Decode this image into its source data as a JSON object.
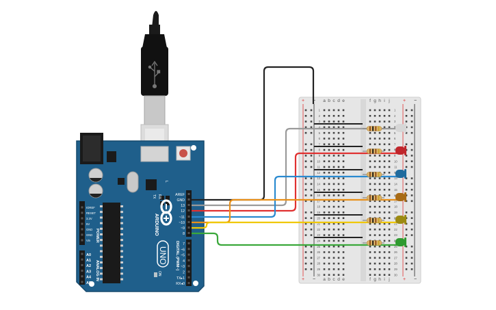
{
  "arduino": {
    "logo": "UNO",
    "brand": "ARDUINO",
    "power_label": "POWER",
    "analog_label": "ANALOG IN",
    "digital_label": "DIGITAL (PWM~)",
    "on_label": "ON",
    "tx_label": "TX",
    "rx_label": "RX",
    "l_label": "L",
    "top_header_labels": [
      "AREF",
      "GND",
      "13",
      "12",
      "~11",
      "~10",
      "~9",
      "8"
    ],
    "bottom_header_labels": [
      "7",
      "~6",
      "~5",
      "4",
      "~3",
      "2",
      "TX▸1",
      "RX◂0"
    ],
    "power_pin_labels": [
      "IOREF",
      "RESET",
      "3.3V",
      "5V",
      "GND",
      "GND",
      "Vin"
    ],
    "analog_pin_labels": [
      "A0",
      "A1",
      "A2",
      "A3",
      "A4",
      "A5"
    ]
  },
  "breadboard": {
    "column_labels_left": [
      "a",
      "b",
      "c",
      "d",
      "e"
    ],
    "column_labels_right": [
      "f",
      "g",
      "h",
      "i",
      "j"
    ],
    "rail_plus": "+",
    "rail_minus": "−",
    "row_numbers": [
      "1",
      "2",
      "3",
      "4",
      "5",
      "6",
      "7",
      "8",
      "9",
      "10",
      "11",
      "12",
      "13",
      "14",
      "15",
      "16",
      "17",
      "18",
      "19",
      "20",
      "21",
      "22",
      "23",
      "24",
      "25",
      "26",
      "27",
      "28",
      "29",
      "30"
    ]
  },
  "leds": [
    {
      "color_name": "white",
      "color": "#d6d6d6"
    },
    {
      "color_name": "red",
      "color": "#c0262c"
    },
    {
      "color_name": "blue",
      "color": "#1f6b9e"
    },
    {
      "color_name": "orange",
      "color": "#a86b16"
    },
    {
      "color_name": "yellow",
      "color": "#9c8a12"
    },
    {
      "color_name": "green",
      "color": "#2f9a2f"
    }
  ],
  "wire_colors": {
    "black": "#222222",
    "gray": "#9a9a9a",
    "red": "#e03030",
    "blue": "#2a8ad0",
    "orange": "#e8901a",
    "yellow": "#f0c800",
    "green": "#3aa83a"
  },
  "colors": {
    "board": "#1f5f8b",
    "board_dark": "#174a6d",
    "breadboard": "#e6e6e6"
  }
}
